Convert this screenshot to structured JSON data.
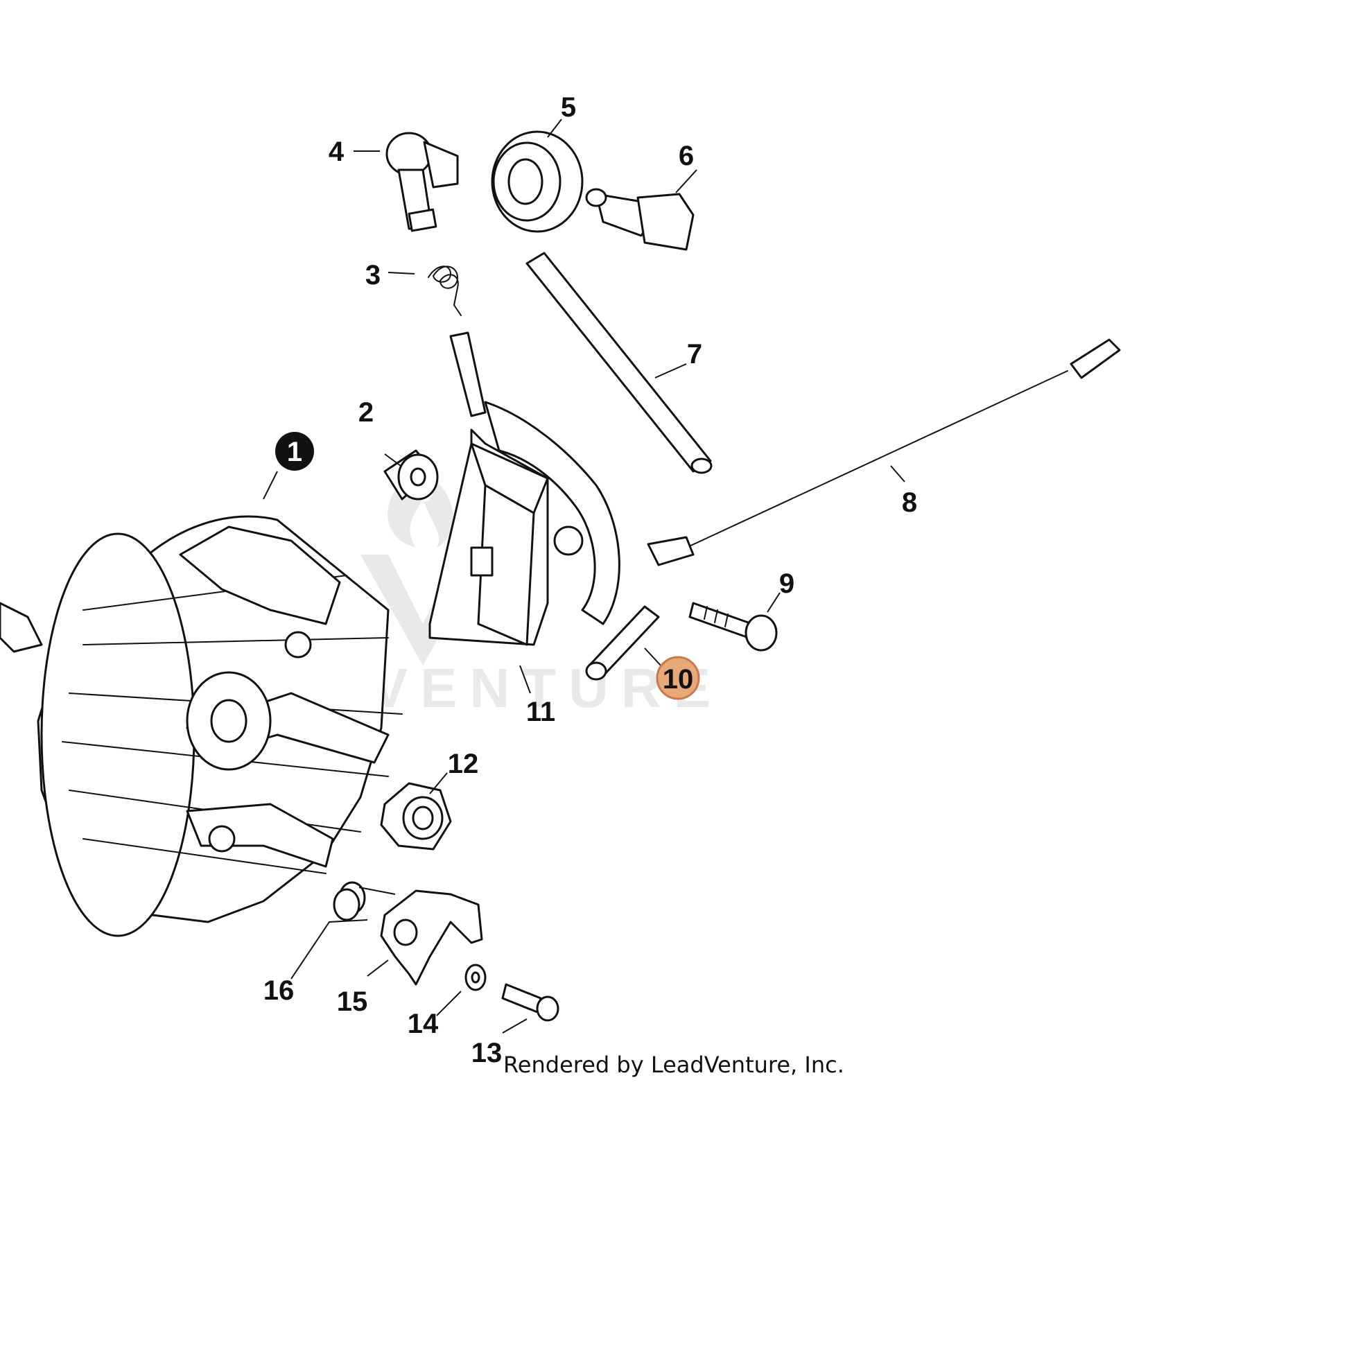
{
  "watermark": "LEADVENTURE",
  "credit": "Rendered by LeadVenture, Inc.",
  "highlight_color": "#e8a878",
  "callouts": [
    {
      "id": "1",
      "label": "1",
      "style": "filled"
    },
    {
      "id": "2",
      "label": "2"
    },
    {
      "id": "3",
      "label": "3"
    },
    {
      "id": "4",
      "label": "4"
    },
    {
      "id": "5",
      "label": "5"
    },
    {
      "id": "6",
      "label": "6"
    },
    {
      "id": "7",
      "label": "7"
    },
    {
      "id": "8",
      "label": "8"
    },
    {
      "id": "9",
      "label": "9"
    },
    {
      "id": "10",
      "label": "10",
      "style": "highlighted"
    },
    {
      "id": "11",
      "label": "11"
    },
    {
      "id": "12",
      "label": "12"
    },
    {
      "id": "13",
      "label": "13"
    },
    {
      "id": "14",
      "label": "14"
    },
    {
      "id": "15",
      "label": "15"
    },
    {
      "id": "16",
      "label": "16"
    }
  ]
}
